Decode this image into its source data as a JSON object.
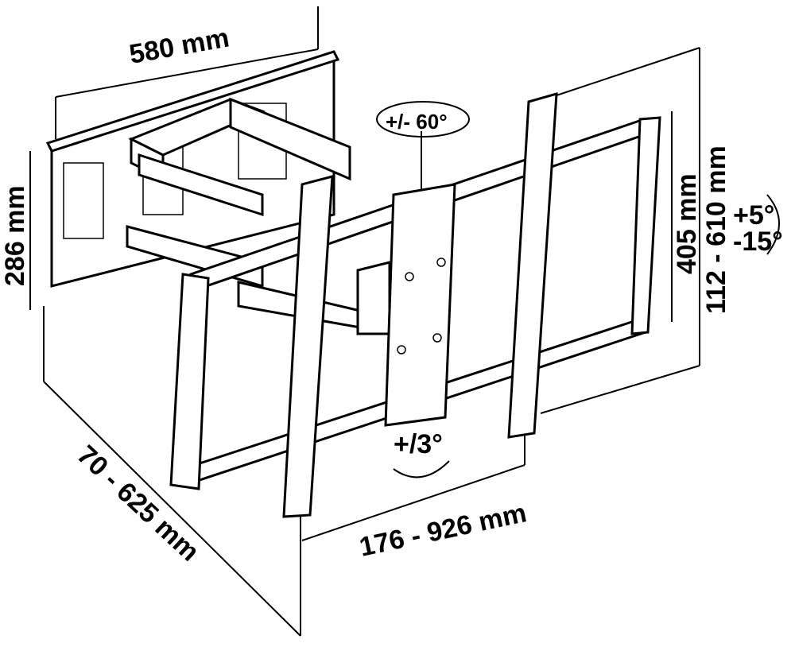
{
  "dimensions": {
    "wall_plate_width": "580 mm",
    "wall_plate_height": "286 mm",
    "swivel": "+/- 60°",
    "vesa_height": "405 mm",
    "height_adjust": "112 - 610 mm",
    "tilt_up": "+5°",
    "tilt_down": "-15°",
    "rotation": "+/3°",
    "vesa_width": "176 - 926 mm",
    "extension": "70 - 625 mm"
  }
}
